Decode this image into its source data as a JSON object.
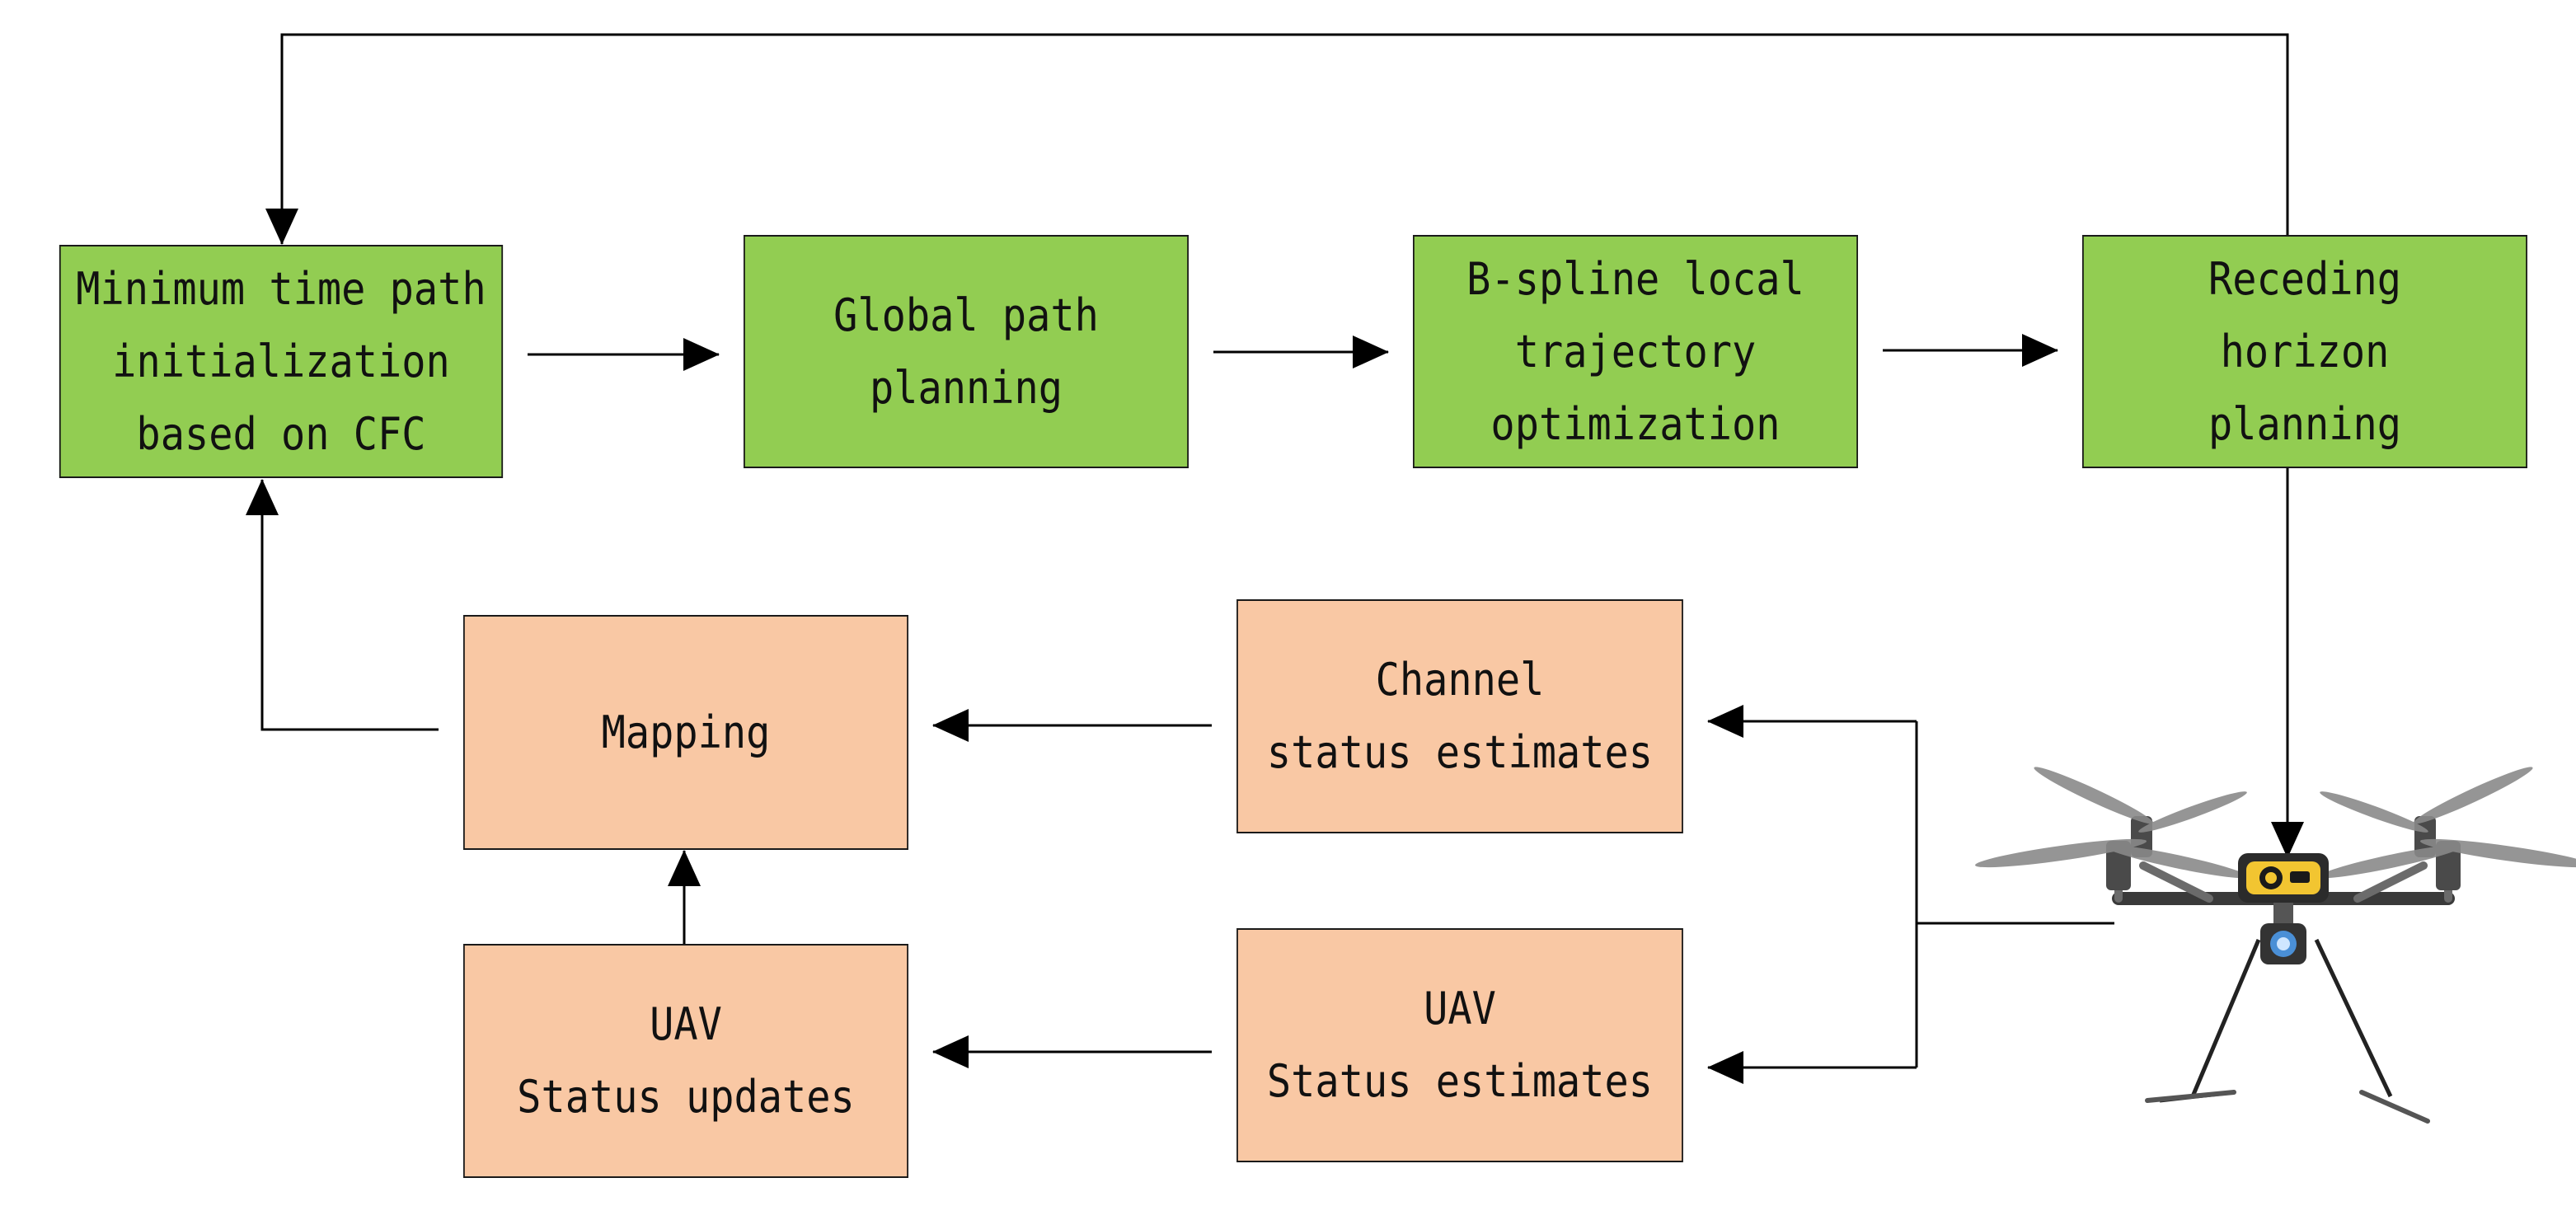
{
  "colors": {
    "process_block": "#92cd52",
    "feedback_block": "#f9c8a4",
    "line": "#000000"
  },
  "planning_blocks": {
    "minimum_time": [
      "Minimum time path",
      "initialization",
      "based on CFC"
    ],
    "global_path": [
      "Global path",
      "planning"
    ],
    "bspline": [
      "B-spline local",
      "trajectory",
      "optimization"
    ],
    "receding": [
      "Receding",
      "horizon",
      "planning"
    ]
  },
  "estimation_blocks": {
    "mapping": [
      "Mapping"
    ],
    "channel_status": [
      "Channel",
      "status estimates"
    ],
    "uav_status_updates": [
      "UAV",
      "Status updates"
    ],
    "uav_status_estimates": [
      "UAV",
      "Status estimates"
    ]
  },
  "icons": {
    "uav": "quadcopter-drone-icon"
  }
}
